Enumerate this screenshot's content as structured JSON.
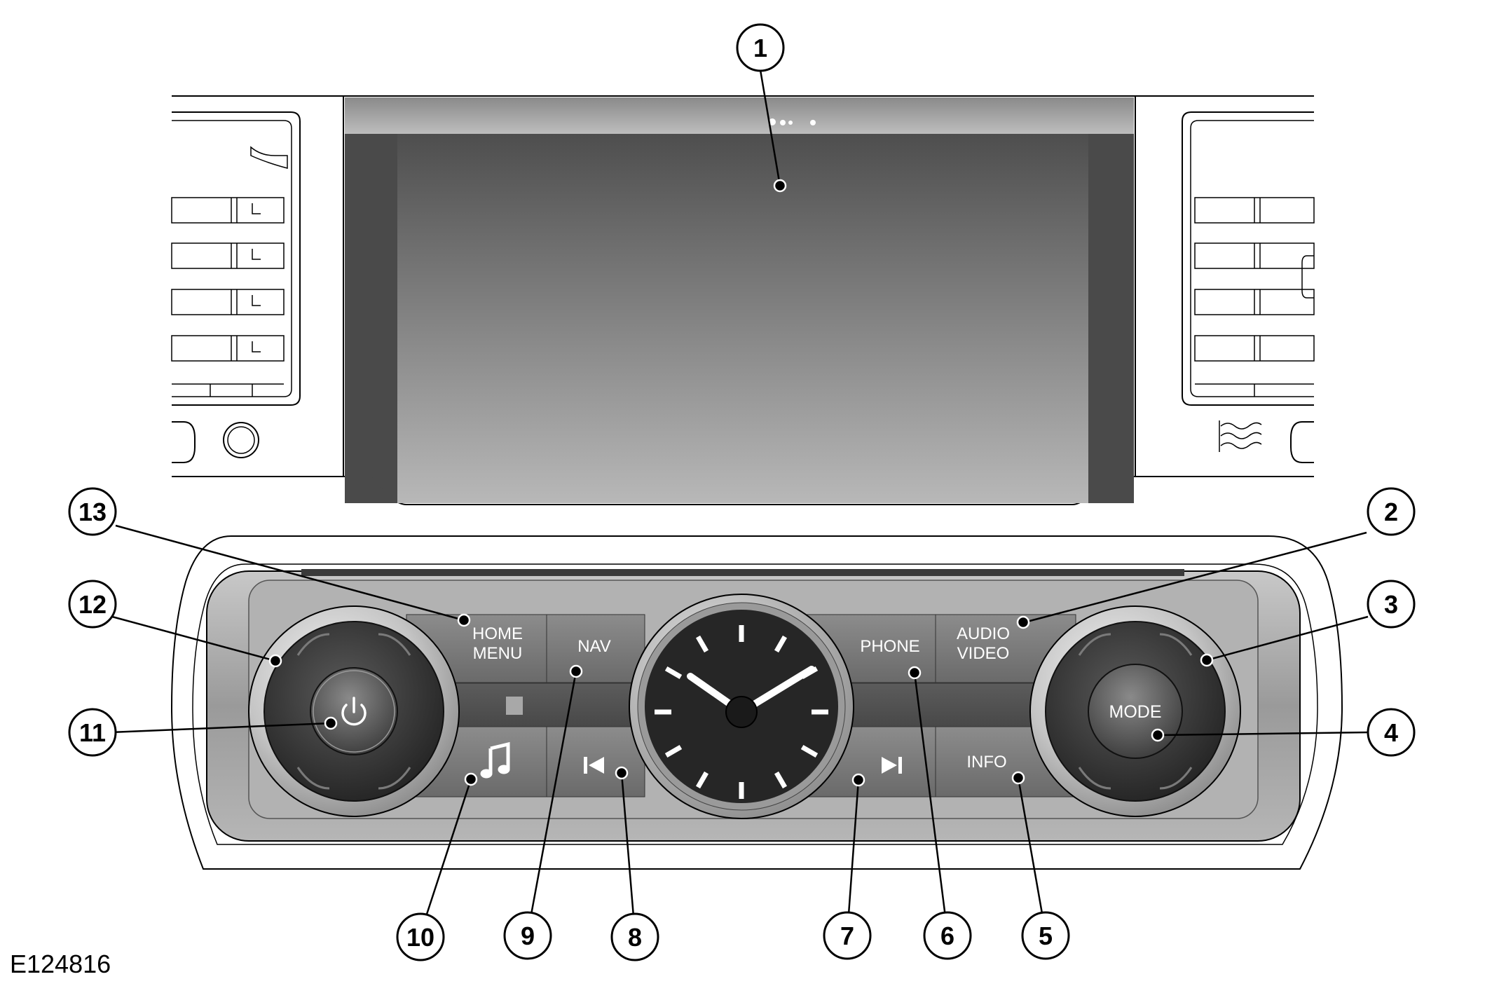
{
  "figure": {
    "reference_code": "E124816"
  },
  "buttons": {
    "home_menu": [
      "HOME",
      "MENU"
    ],
    "nav": "NAV",
    "phone": "PHONE",
    "audio_video": [
      "AUDIO",
      "VIDEO"
    ],
    "info": "INFO",
    "mode": "MODE"
  },
  "icons": {
    "power": "power-icon",
    "music": "music-note-icon",
    "previous": "skip-previous-icon",
    "next": "skip-next-icon",
    "stop": "stop-square-icon"
  },
  "callouts": [
    "1",
    "2",
    "3",
    "4",
    "5",
    "6",
    "7",
    "8",
    "9",
    "10",
    "11",
    "12",
    "13"
  ],
  "colors": {
    "screen_top": "#4e4e4e",
    "screen_bottom": "#b4b4b4",
    "button_face": "#7a7a7a",
    "knob_dark": "#2e2e2e",
    "clock_face": "#262626",
    "line": "#000000"
  }
}
